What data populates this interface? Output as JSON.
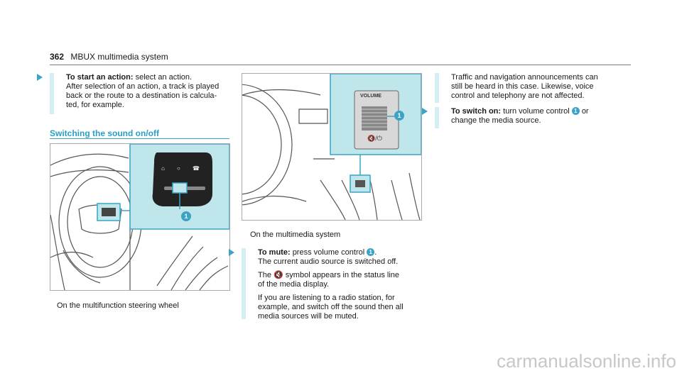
{
  "header": {
    "page_number": "362",
    "title": "MBUX multimedia system"
  },
  "left": {
    "start_action": {
      "label": "To start an action:",
      "text": "select an action.",
      "lines": [
        "After selection of an action, a track is played",
        "back or the route to a destination is calcula-",
        "ted, for example."
      ]
    },
    "section_title": "Switching the sound on/off",
    "figure1_caption": "On the multifunction steering wheel",
    "figure1_callout": "1",
    "figure1_icons": [
      "home-icon",
      "back-icon",
      "phone-icon"
    ]
  },
  "middle": {
    "figure2_label": "VOLUME",
    "figure2_callout": "1",
    "figure2_caption": "On the multimedia system",
    "mute": {
      "label": "To mute:",
      "text_a": "press volume control",
      "callout": "1",
      "text_b": ".",
      "line2": "The current audio source is switched off.",
      "symbol_a": "The",
      "symbol_b": "symbol appears in the status line",
      "symbol_c": "of the media display.",
      "p3": [
        "If you are listening to a radio station, for",
        "example, and switch off the sound then all",
        "media sources will be muted."
      ]
    }
  },
  "right": {
    "note": [
      "Traffic and navigation announcements can",
      "still be heard in this case. Likewise, voice",
      "control and telephony are not affected."
    ],
    "switch_on": {
      "label": "To switch on:",
      "text_a": "turn volume control",
      "callout": "1",
      "text_b": "or",
      "line2": "change the media source."
    }
  },
  "watermark": "carmanualsonline.info",
  "colors": {
    "accent": "#3aa3c6",
    "highlight_panel": "#bfe7eb",
    "step_bar": "#d5eef3"
  }
}
